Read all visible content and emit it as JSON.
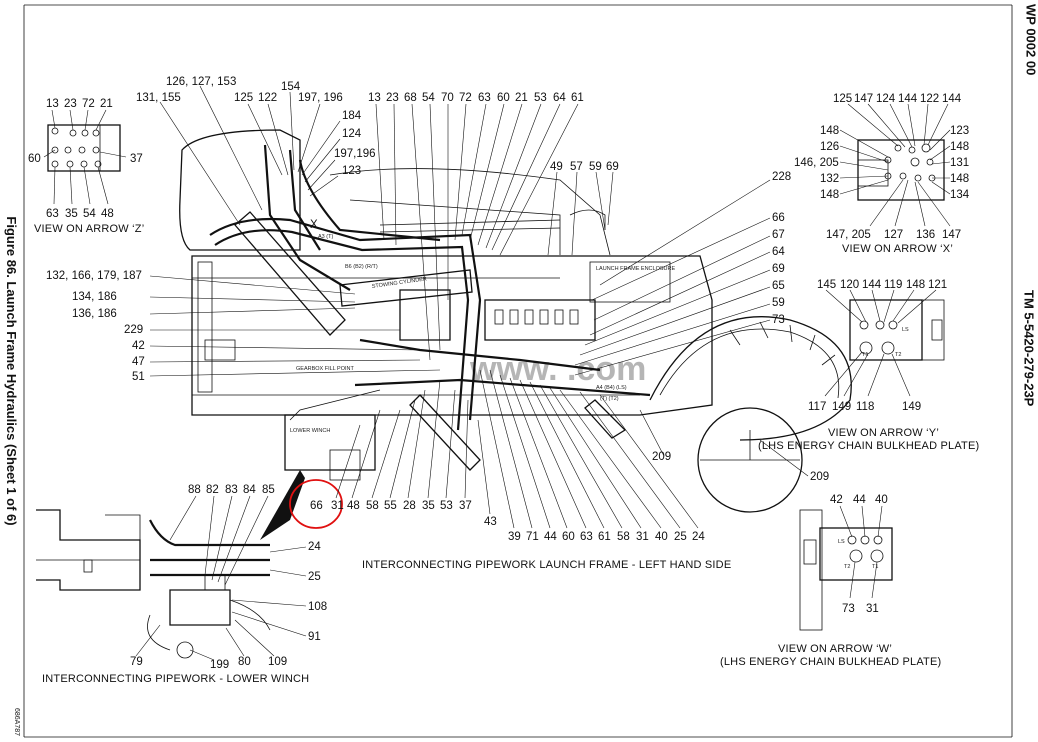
{
  "figure_title": "Figure 86. Launch Frame Hydraulics (Sheet 1 of 6)",
  "work_package": "WP 0002 00",
  "tech_manual": "TM 5-5420-279-23P",
  "drawing_id": "686A787",
  "watermark": "www.           .com",
  "highlight_color": "#e01010",
  "main_view": {
    "caption": "INTERCONNECTING PIPEWORK LAUNCH FRAME - LEFT HAND SIDE",
    "callouts": {
      "c126_127_153": "126, 127, 153",
      "c131_155": "131, 155",
      "c125": "125",
      "c122": "122",
      "c154": "154",
      "c197_196": "197, 196",
      "c184": "184",
      "c124": "124",
      "c197_196b": "197,196",
      "c123": "123",
      "c13": "13",
      "c23": "23",
      "c68": "68",
      "c54": "54",
      "c70": "70",
      "c72": "72",
      "c63": "63",
      "c60": "60",
      "c21": "21",
      "c53": "53",
      "c64": "64",
      "c61": "61",
      "c49": "49",
      "c57": "57",
      "c59": "59",
      "c69": "69",
      "c228": "228",
      "c66r": "66",
      "c67": "67",
      "c64r": "64",
      "c69r": "69",
      "c65": "65",
      "c59r": "59",
      "c73": "73",
      "c132": "132, 166, 179, 187",
      "c134": "134, 186",
      "c136": "136, 186",
      "c229": "229",
      "c42": "42",
      "c47": "47",
      "c51": "51",
      "c209a": "209",
      "c209b": "209",
      "c66": "66",
      "c31": "31",
      "c48": "48",
      "c58": "58",
      "c55": "55",
      "c28": "28",
      "c35": "35",
      "c53b": "53",
      "c37": "37",
      "c43": "43",
      "c39": "39",
      "c71": "71",
      "c44": "44",
      "c60b": "60",
      "c63b": "63",
      "c61b": "61",
      "c58b": "58",
      "c31b": "31",
      "c40": "40",
      "c25": "25",
      "c24": "24"
    },
    "labels": {
      "lower_winch": "LOWER WINCH",
      "launch_frame_enclosure": "LAUNCH FRAME ENCLOSURE",
      "stowing_cylinder": "STOWING CYLINDER",
      "gearbox_fill_point": "GEARBOX FILL POINT",
      "port_x": "X",
      "a3t": "A3 (T)",
      "b6": "B6 (B2) (R/T)",
      "a4": "A4 (B4) (LS)",
      "t_t2": "(T) (T2)"
    }
  },
  "view_z": {
    "caption": "VIEW ON ARROW ‘Z’",
    "callouts": {
      "c13": "13",
      "c23": "23",
      "c72": "72",
      "c21": "21",
      "c60": "60",
      "c37": "37",
      "c63": "63",
      "c35": "35",
      "c54": "54",
      "c48": "48"
    }
  },
  "view_x": {
    "caption": "VIEW ON ARROW ‘X’",
    "callouts": {
      "c125": "125",
      "c147": "147",
      "c124": "124",
      "c144": "144",
      "c122": "122",
      "c144b": "144",
      "c148a": "148",
      "c123": "123",
      "c126": "126",
      "c148b": "148",
      "c146_205": "146, 205",
      "c131": "131",
      "c132": "132",
      "c148c": "148",
      "c148d": "148",
      "c134": "134",
      "c147_205": "147, 205",
      "c127": "127",
      "c136": "136",
      "c147b": "147"
    }
  },
  "view_y": {
    "caption": "VIEW ON ARROW ‘Y’",
    "subcaption": "(LHS ENERGY CHAIN BULKHEAD PLATE)",
    "callouts": {
      "c145": "145",
      "c120": "120",
      "c144": "144",
      "c119": "119",
      "c148": "148",
      "c121": "121",
      "c117": "117",
      "c149": "149",
      "c118": "118",
      "c149b": "149"
    },
    "ports": {
      "t1": "T1",
      "t2": "T2",
      "ls": "LS"
    }
  },
  "view_w": {
    "caption": "VIEW ON ARROW ‘W’",
    "subcaption": "(LHS ENERGY CHAIN BULKHEAD PLATE)",
    "callouts": {
      "c42": "42",
      "c44": "44",
      "c40": "40",
      "c73": "73",
      "c31": "31"
    },
    "ports": {
      "ls": "LS",
      "t2": "T2",
      "t1": "T1"
    }
  },
  "winch_view": {
    "caption": "INTERCONNECTING PIPEWORK  - LOWER WINCH",
    "callouts": {
      "c88": "88",
      "c82": "82",
      "c83": "83",
      "c84": "84",
      "c85": "85",
      "c24": "24",
      "c25": "25",
      "c108": "108",
      "c91": "91",
      "c79": "79",
      "c199": "199",
      "c80": "80",
      "c109": "109"
    }
  }
}
